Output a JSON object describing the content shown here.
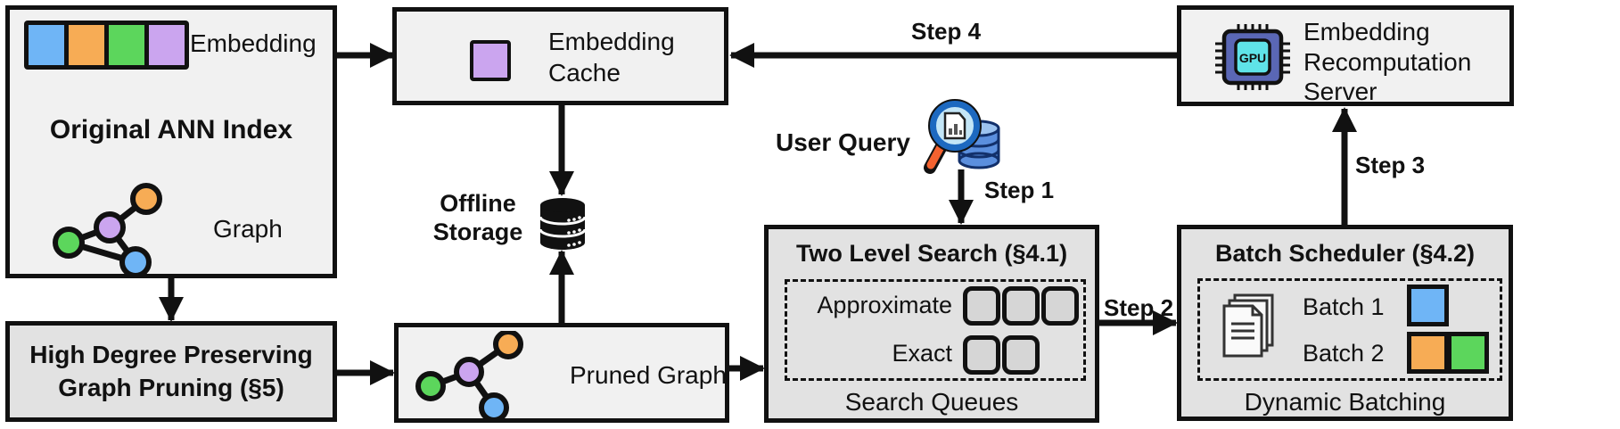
{
  "palette": {
    "blue": "#6FB5F6",
    "orange": "#F7AC55",
    "green": "#5CD65C",
    "purple": "#CBA5EF",
    "panel_light": "#F1F1F1",
    "panel_gray": "#E2E2E2",
    "queue_fill": "#D6D6D6",
    "gpu_body": "#5A67B5",
    "gpu_core": "#5FE3E8",
    "magnifier_rim": "#1D69C0",
    "magnifier_lens": "#C4E6F7",
    "magnifier_handle": "#F4622F",
    "query_db": "#5B8FDE"
  },
  "icons": {
    "user_query": "magnifier-database-icon",
    "offline_storage": "database-icon",
    "recomputation_server": "gpu-chip-icon",
    "batch_scheduler": "documents-icon"
  },
  "original_index": {
    "title": "Original ANN Index",
    "embedding_label": "Embedding",
    "graph_label": "Graph"
  },
  "embedding_cache": {
    "label": "Embedding Cache"
  },
  "offline_storage": {
    "label": "Offline Storage"
  },
  "high_degree_pruning": {
    "title": "High Degree Preserving Graph Pruning (§5)"
  },
  "pruned_graph": {
    "label": "Pruned Graph"
  },
  "user_query": {
    "label": "User Query"
  },
  "steps": {
    "step1": "Step 1",
    "step2": "Step 2",
    "step3": "Step 3",
    "step4": "Step 4"
  },
  "two_level_search": {
    "title": "Two Level Search (§4.1)",
    "approximate_label": "Approximate",
    "approximate_queues": 3,
    "exact_label": "Exact",
    "exact_queues": 2,
    "footer": "Search Queues"
  },
  "batch_scheduler": {
    "title": "Batch Scheduler (§4.2)",
    "batch1_label": "Batch 1",
    "batch2_label": "Batch 2",
    "footer": "Dynamic Batching"
  },
  "recomputation_server": {
    "label": "Embedding Recomputation Server",
    "gpu_text": "GPU"
  }
}
